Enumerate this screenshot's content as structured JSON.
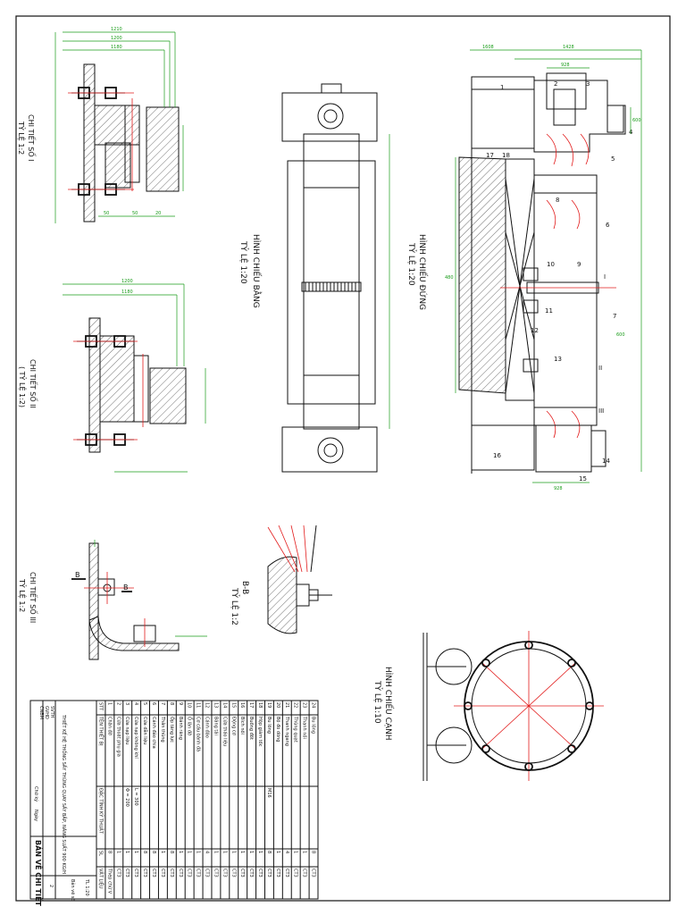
{
  "views": {
    "detail1": {
      "title": "CHI TIẾT SỐ I",
      "scale": "TỶ LỆ 1:2"
    },
    "detail2": {
      "title": "CHI TIẾT SỐ II",
      "scale": "( TỶ LỆ 1:2)"
    },
    "detail3": {
      "title": "CHI TIẾT SỐ III",
      "scale": "TỶ LỆ 1:2"
    },
    "plan": {
      "title": "HÌNH CHIẾU BẰNG",
      "scale": "TỶ LỆ 1:20"
    },
    "front": {
      "title": "HÌNH CHIẾU ĐỨNG",
      "scale": "TỶ LỆ 1:20"
    },
    "side": {
      "title": "HÌNH CHIẾU CẠNH",
      "scale": "TỶ LỆ 1:10"
    },
    "section": {
      "title": "B-B",
      "scale": "TỶ LỆ 1:2"
    }
  },
  "dims": {
    "d1a": "1210",
    "d1b": "1200",
    "d1c": "1180",
    "d1d": "50",
    "d1e": "50",
    "d1f": "20",
    "d2a": "1200",
    "d2b": "1180",
    "fa": "1608",
    "fb": "1428",
    "fc": "928",
    "fd": "600",
    "fe": "928",
    "ff": "600",
    "fg": "480"
  },
  "callouts": [
    "1",
    "2",
    "3",
    "4",
    "5",
    "6",
    "7",
    "8",
    "9",
    "10",
    "11",
    "12",
    "13",
    "14",
    "15",
    "16",
    "17",
    "18"
  ],
  "marks": {
    "b1": "B",
    "b2": "B",
    "r1": "I",
    "r2": "II",
    "r3": "III"
  },
  "table": {
    "header": {
      "stt": "STT",
      "name": "TÊN THIẾT BỊ",
      "spec": "ĐẶC TÍNH KỸ THUẬT",
      "qty": "SL",
      "mat": "VẬT LIỆU"
    },
    "rows": [
      [
        "1",
        "Chân đỡ",
        "",
        "8",
        "Thép chữ V"
      ],
      [
        "2",
        "Cửa thoát phụ gia",
        "",
        "1",
        "CT3"
      ],
      [
        "3",
        "Cửa nạp liệu",
        "Φ = 200",
        "1",
        "CT3"
      ],
      [
        "4",
        "Cửa nạp không khí",
        "L = 300",
        "1",
        "CT3"
      ],
      [
        "5",
        "Cửa dẫn liệu",
        "",
        "8",
        "CT3"
      ],
      [
        "6",
        "Cánh đảo chia",
        "",
        "8",
        "CT3"
      ],
      [
        "7",
        "Thân thùng",
        "",
        "1",
        "CT3"
      ],
      [
        "8",
        "Ốp tăng lực",
        "",
        "8",
        "CT3"
      ],
      [
        "9",
        "Bánh răng",
        "",
        "1",
        "CT3"
      ],
      [
        "10",
        "Ổ lăn đỡ",
        "",
        "1",
        "CT3"
      ],
      [
        "11",
        "Cơ cấu bánh đà",
        "",
        "1",
        "CT3"
      ],
      [
        "12",
        "Cánh đảo",
        "",
        "4",
        "CT3"
      ],
      [
        "13",
        "Băng tải",
        "",
        "1",
        "CT3"
      ],
      [
        "14",
        "Cửa tháo liệu",
        "",
        "1",
        "CT3"
      ],
      [
        "15",
        "Động cơ",
        "",
        "1",
        "CT3"
      ],
      [
        "16",
        "Bích nối",
        "",
        "1",
        "CT3"
      ],
      [
        "17",
        "Buồng đốt",
        "",
        "1",
        "CT3"
      ],
      [
        "18",
        "Hộp giảm tốc",
        "",
        "1",
        "CT3"
      ],
      [
        "19",
        "Bu lông",
        "M16",
        "8",
        "CT3"
      ],
      [
        "20",
        "Bộ đo dòng",
        "",
        "1",
        "CT3"
      ],
      [
        "21",
        "Thanh ngang",
        "",
        "4",
        "CT3"
      ],
      [
        "22",
        "Thùng quạt",
        "",
        "1",
        "CT3"
      ],
      [
        "23",
        "Thanh nối",
        "",
        "1",
        "CT3"
      ],
      [
        "24",
        "Bu lông",
        "",
        "8",
        "CT3"
      ]
    ]
  },
  "titleblock": {
    "project": "THIẾT KẾ HỆ THỐNG SẤY THÙNG QUAY SẤY BẮP, NĂNG SUẤT 900 KG/H",
    "drawing": "BẢN VẼ CHI TIẾT",
    "roles": [
      "SVTH",
      "GVHD",
      "CNBM"
    ],
    "sign": [
      "Chữ ký",
      "Ngày"
    ],
    "scale": "TL 1:20",
    "sheet": "Bản vẽ số",
    "sheetno": "2"
  }
}
